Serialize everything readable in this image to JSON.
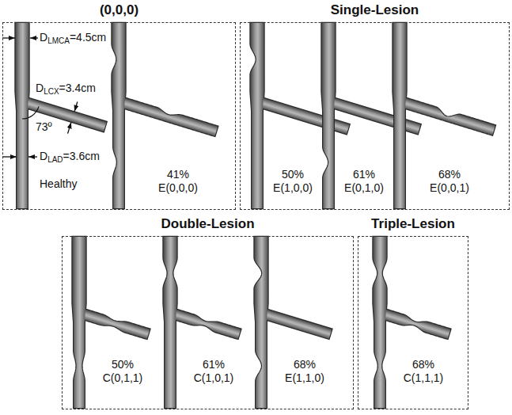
{
  "diagram": {
    "nodes": [
      {
        "text": [
          "(0,0,0)"
        ]
      },
      {
        "text": [
          "Single-Lesion"
        ]
      },
      {
        "text": [
          "Double-Lesion"
        ]
      },
      {
        "text": [
          "Triple-Lesion"
        ]
      }
    ],
    "labels": [
      "D",
      "LMCA",
      "=4.5cm",
      "D",
      "LCX",
      "=3.4cm",
      "73º",
      "D",
      "LAD",
      "=3.6cm",
      "Healthy",
      "41%",
      "E(0,0,0)",
      "50%",
      "E(1,0,0)",
      "61%",
      "E(0,1,0)",
      "68%",
      "E(0,0,1)",
      "50%",
      "C(0,1,1)",
      "61%",
      "C(1,0,1)",
      "68%",
      "E(1,1,0)",
      "68%",
      "C(1,1,1)"
    ]
  }
}
